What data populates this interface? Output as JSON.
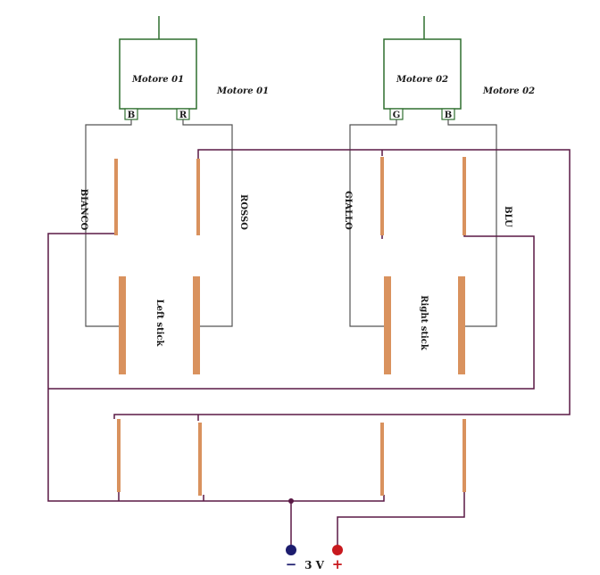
{
  "motors": [
    {
      "box_label": "Motore 01",
      "side_label": "Motore 01",
      "pins": [
        "B",
        "R"
      ]
    },
    {
      "box_label": "Motore 02",
      "side_label": "Motore 02",
      "pins": [
        "G",
        "B"
      ]
    }
  ],
  "wire_labels": {
    "bianco": "BIANCO",
    "rosso": "ROSSO",
    "giallo": "GIALLO",
    "blu": "BLU"
  },
  "sticks": {
    "left": "Left stick",
    "right": "Right stick"
  },
  "battery": {
    "voltage": "3 V",
    "negative": "−",
    "positive": "+"
  },
  "colors": {
    "motor_green": "#2f6f2f",
    "wire_gray": "#555555",
    "wire_purple": "#5a1845",
    "copper": "#d9925e",
    "negative_terminal": "#1c1c6e",
    "positive_terminal": "#c8191e"
  }
}
